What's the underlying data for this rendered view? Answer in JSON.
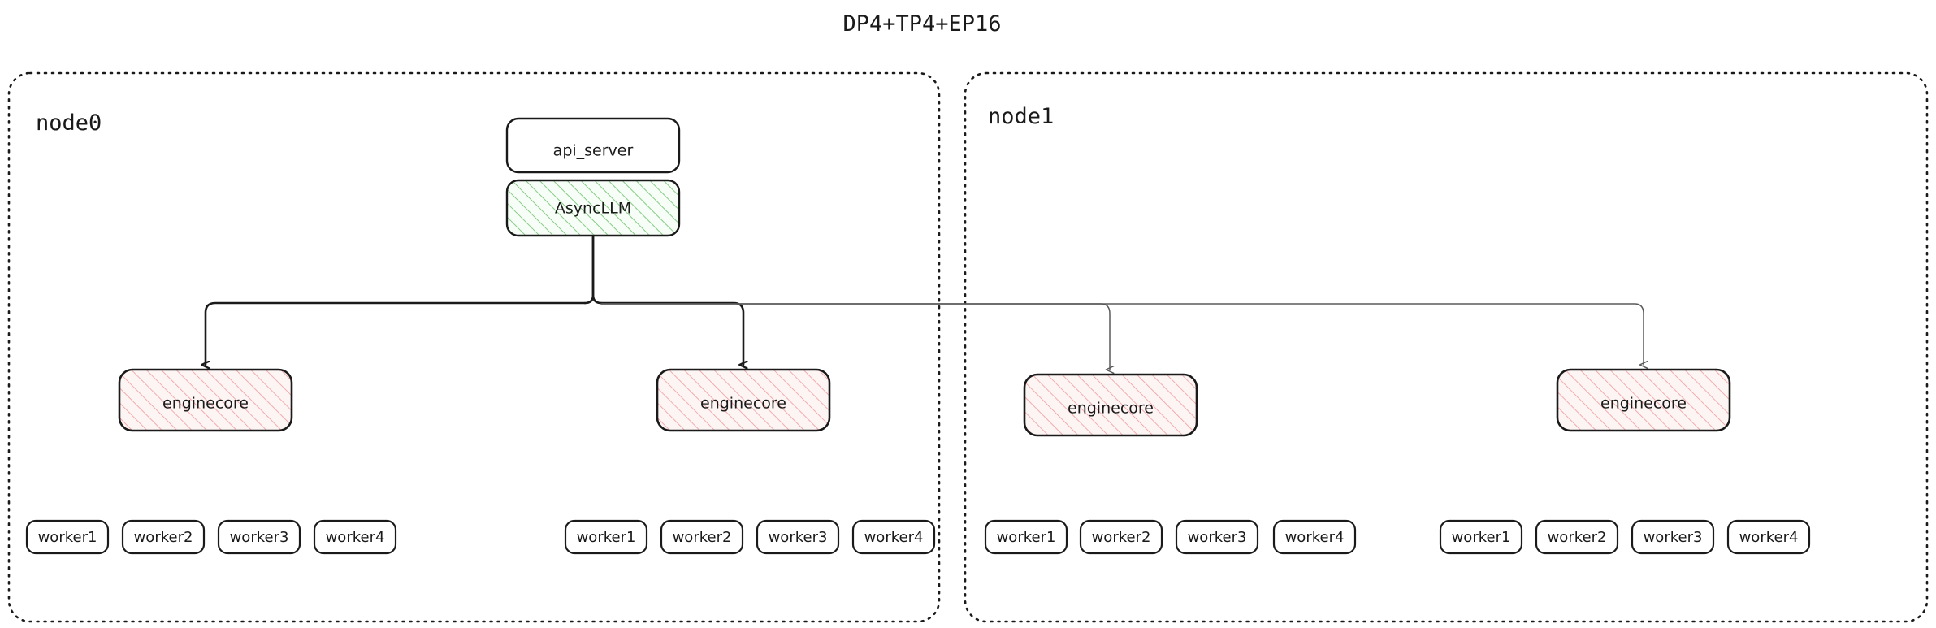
{
  "title": "DP4+TP4+EP16",
  "colors": {
    "stroke": "#1a1a1a",
    "green_hatch": "#6abf69",
    "green_fill": "#f2fbf2",
    "pink_hatch": "#f09a9a",
    "pink_fill": "#fdf2f2",
    "edge_primary": "#1a1a1a",
    "edge_secondary": "#5a5a5a",
    "background": "#ffffff"
  },
  "nodes": [
    {
      "id": "node0",
      "label": "node0",
      "top_boxes": [
        {
          "id": "api_server",
          "label": "api_server",
          "style": "plain"
        },
        {
          "id": "async_llm",
          "label": "AsyncLLM",
          "style": "green-hatch"
        }
      ],
      "enginecores": [
        {
          "id": "node0-enginecore-0",
          "label": "enginecore",
          "style": "pink-hatch",
          "workers": [
            "worker1",
            "worker2",
            "worker3",
            "worker4"
          ]
        },
        {
          "id": "node0-enginecore-1",
          "label": "enginecore",
          "style": "pink-hatch",
          "workers": [
            "worker1",
            "worker2",
            "worker3",
            "worker4"
          ]
        }
      ]
    },
    {
      "id": "node1",
      "label": "node1",
      "top_boxes": [],
      "enginecores": [
        {
          "id": "node1-enginecore-0",
          "label": "enginecore",
          "style": "pink-hatch",
          "workers": [
            "worker1",
            "worker2",
            "worker3",
            "worker4"
          ]
        },
        {
          "id": "node1-enginecore-1",
          "label": "enginecore",
          "style": "pink-hatch",
          "workers": [
            "worker1",
            "worker2",
            "worker3",
            "worker4"
          ]
        }
      ]
    }
  ],
  "edges": [
    {
      "from": "async_llm",
      "to": "node0-enginecore-0",
      "weight": "primary"
    },
    {
      "from": "async_llm",
      "to": "node0-enginecore-1",
      "weight": "primary"
    },
    {
      "from": "async_llm",
      "to": "node1-enginecore-0",
      "weight": "secondary"
    },
    {
      "from": "async_llm",
      "to": "node1-enginecore-1",
      "weight": "secondary"
    }
  ]
}
